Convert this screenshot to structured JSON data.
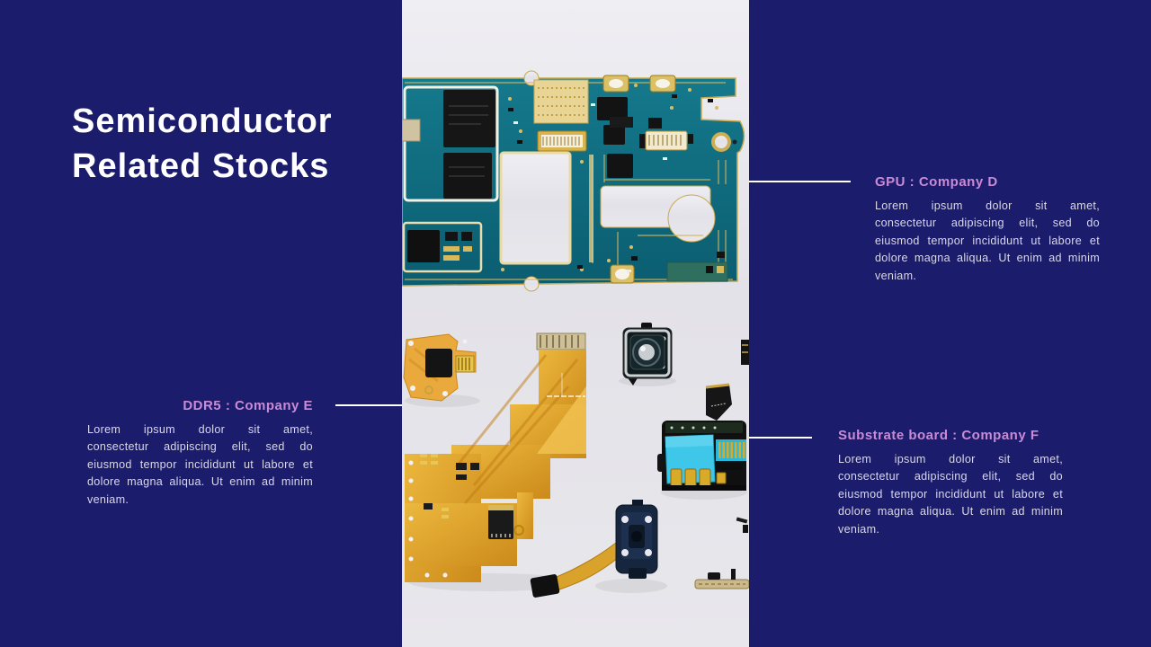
{
  "theme": {
    "background": "#1b1c6b",
    "title_color": "#ffffff",
    "heading_color": "#c98bd6",
    "body_color": "#dad8e8",
    "connector_color": "#ffffff",
    "photo_bg": "#e7e6ec"
  },
  "slide": {
    "title_line1": "Semiconductor",
    "title_line2": "Related Stocks"
  },
  "photo": {
    "alt": "Disassembled smartphone: teal motherboard PCB, orange flex cables, camera module, SIM reader and small parts on a light background"
  },
  "callouts": [
    {
      "id": "gpu",
      "heading": "GPU : Company D",
      "body_lines": [
        "Lorem ipsum dolor sit amet,",
        "consectetur adipiscing elit, sed do",
        "eiusmod tempor incididunt ut labore et",
        "dolore magna aliqua. Ut enim ad minim",
        "veniam."
      ]
    },
    {
      "id": "ddr5",
      "heading": "DDR5 : Company E",
      "body_lines": [
        "Lorem ipsum dolor sit amet,",
        "consectetur adipiscing elit, sed do",
        "eiusmod tempor incididunt ut labore et",
        "dolore magna aliqua. Ut enim ad minim",
        "veniam."
      ]
    },
    {
      "id": "substrate",
      "heading": "Substrate board : Company F",
      "body_lines": [
        "Lorem ipsum dolor sit amet,",
        "consectetur adipiscing elit, sed do",
        "eiusmod tempor incididunt ut labore et",
        "dolore magna aliqua. Ut enim ad minim",
        "veniam."
      ]
    }
  ]
}
